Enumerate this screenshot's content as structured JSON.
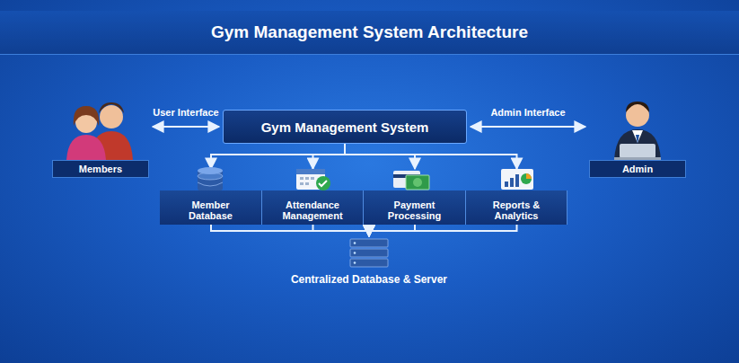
{
  "diagram": {
    "title": "Gym Management System Architecture",
    "nodes": [
      {
        "text": [
          "Gym Management System"
        ]
      },
      {
        "text": [
          "Members"
        ]
      },
      {
        "text": [
          "Admin"
        ]
      },
      {
        "text": [
          "Member Database"
        ]
      },
      {
        "text": [
          "Attendance Management"
        ]
      },
      {
        "text": [
          "Payment Processing"
        ]
      },
      {
        "text": [
          "Reports & Analytics"
        ]
      },
      {
        "text": [
          "Centralized Database & Server"
        ]
      }
    ],
    "edges": [
      {
        "from": 1,
        "to": 0,
        "label": "User Interface",
        "arrow": "both"
      },
      {
        "from": 0,
        "to": 2,
        "label": "Admin Interface",
        "arrow": "both"
      },
      {
        "from": 0,
        "to": 3,
        "arrow": "to"
      },
      {
        "from": 0,
        "to": 4,
        "arrow": "to"
      },
      {
        "from": 0,
        "to": 5,
        "arrow": "to"
      },
      {
        "from": 0,
        "to": 6,
        "arrow": "to"
      },
      {
        "from": 3,
        "to": 7,
        "arrow": "to"
      },
      {
        "from": 4,
        "to": 7,
        "arrow": "to"
      },
      {
        "from": 5,
        "to": 7,
        "arrow": "to"
      },
      {
        "from": 6,
        "to": 7,
        "arrow": "to"
      }
    ]
  }
}
